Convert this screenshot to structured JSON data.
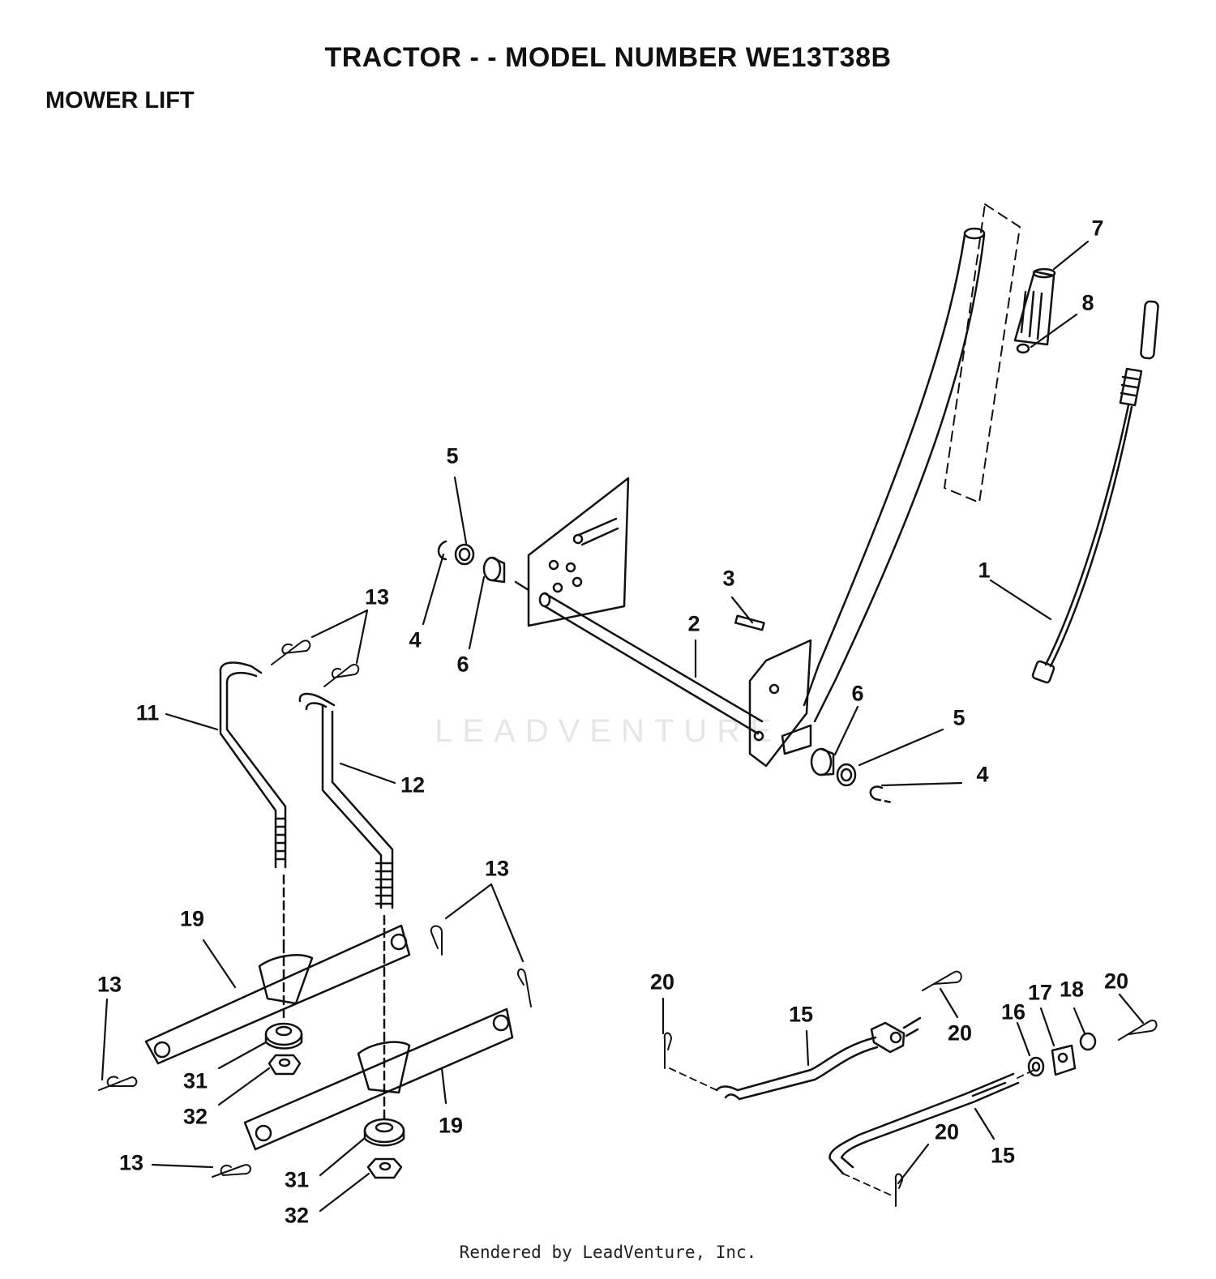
{
  "header": {
    "title": "TRACTOR - - MODEL NUMBER WE13T38B",
    "section": "MOWER LIFT"
  },
  "watermark": "LEADVENTURE",
  "footer": "Rendered by LeadVenture, Inc.",
  "callouts": {
    "c1": "1",
    "c2": "2",
    "c3": "3",
    "c4a": "4",
    "c4b": "4",
    "c5a": "5",
    "c5b": "5",
    "c6a": "6",
    "c6b": "6",
    "c7": "7",
    "c8": "8",
    "c11": "11",
    "c12": "12",
    "c13a": "13",
    "c13b": "13",
    "c13c": "13",
    "c13d": "13",
    "c15a": "15",
    "c15b": "15",
    "c16": "16",
    "c17": "17",
    "c18": "18",
    "c19a": "19",
    "c19b": "19",
    "c20a": "20",
    "c20b": "20",
    "c20c": "20",
    "c20d": "20",
    "c31a": "31",
    "c31b": "31",
    "c32a": "32",
    "c32b": "32"
  }
}
